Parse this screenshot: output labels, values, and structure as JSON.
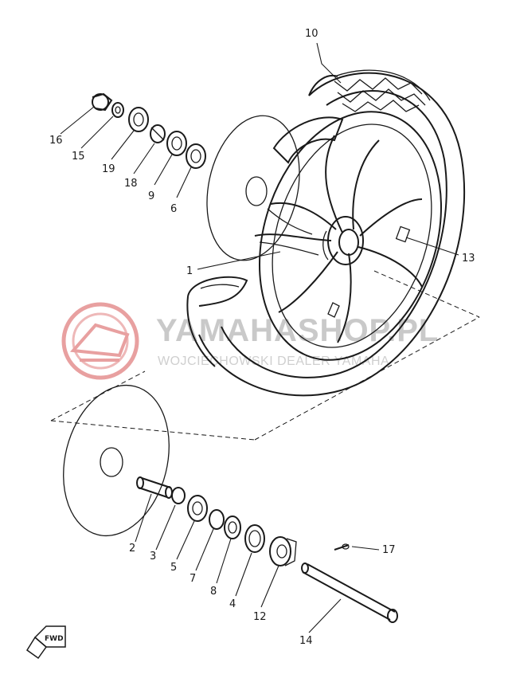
{
  "watermark": {
    "brand": "YAMAHASHOP.PL",
    "subtitle": "WOJCIECHOWSKI DEALER YAMAHA",
    "logo_icon": "yamaha-logo-icon",
    "logo_color": "#e8a0a0"
  },
  "fwd_badge": {
    "label": "FWD"
  },
  "callouts": {
    "c1": "1",
    "c2": "2",
    "c3": "3",
    "c4": "4",
    "c5": "5",
    "c6": "6",
    "c7": "7",
    "c8": "8",
    "c9": "9",
    "c10": "10",
    "c12": "12",
    "c13": "13",
    "c14": "14",
    "c15": "15",
    "c16": "16",
    "c17": "17",
    "c18": "18",
    "c19": "19"
  }
}
